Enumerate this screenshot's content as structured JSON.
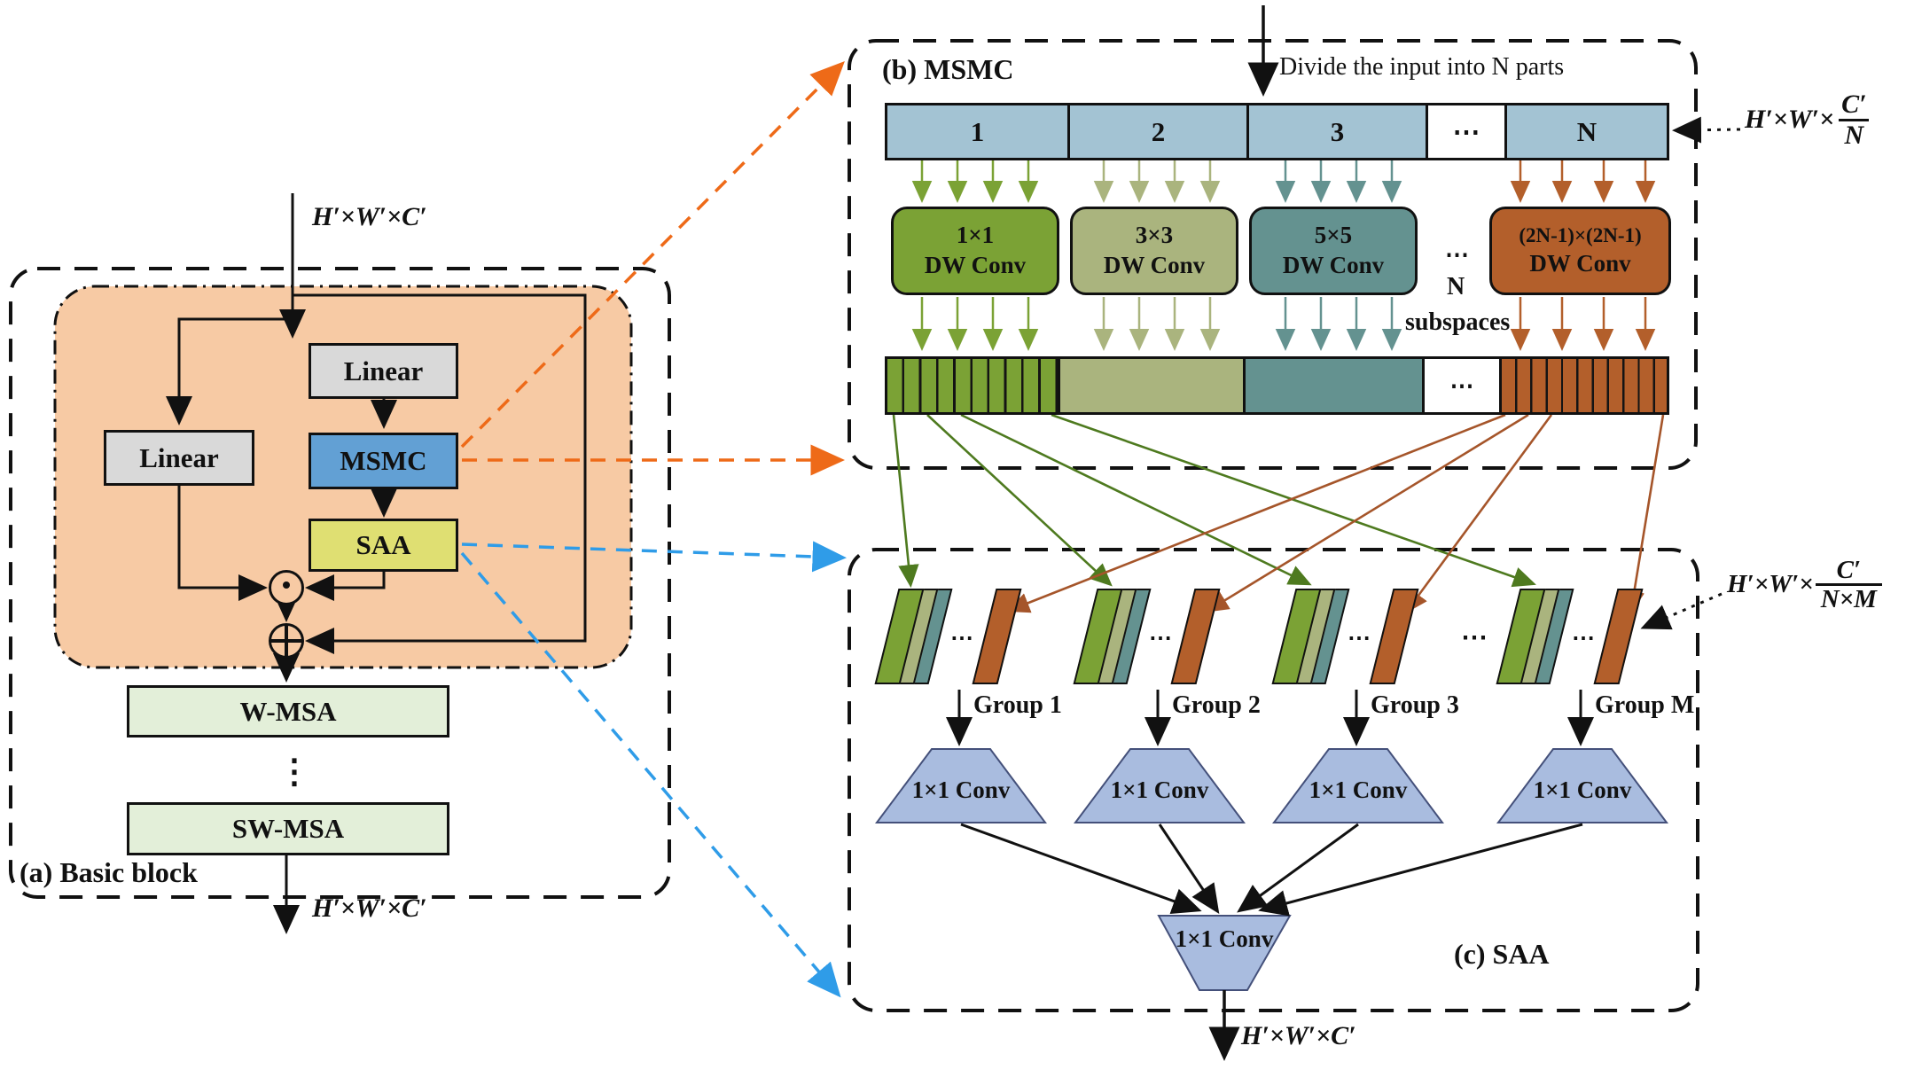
{
  "figure": {
    "panel_a": {
      "title": "(a) Basic block",
      "input_label": "H′×W′×C′",
      "output_label": "H′×W′×C′",
      "linear_left": "Linear",
      "linear_right": "Linear",
      "msmc": "MSMC",
      "saa": "SAA",
      "wmsa": "W-MSA",
      "swmsa": "SW-MSA",
      "vdots": "⋮",
      "multiply_symbol": "·",
      "add_symbol": "+"
    },
    "panel_b": {
      "title": "(b) MSMC",
      "divide_text": "Divide the input into N parts",
      "segments": [
        "1",
        "2",
        "3",
        "⋯",
        "N"
      ],
      "dim_prefix": "H′×W′×",
      "dim_num": "C′",
      "dim_den": "N",
      "conv_1": [
        "1×1",
        "DW Conv"
      ],
      "conv_2": [
        "3×3",
        "DW Conv"
      ],
      "conv_3": [
        "5×5",
        "DW Conv"
      ],
      "conv_n": [
        "(2N-1)×(2N-1)",
        "DW Conv"
      ],
      "subspace_dots": "⋯",
      "subspace_n": "N",
      "subspace_word": "subspaces",
      "stripe_dots": "⋯"
    },
    "panel_c": {
      "title": "(c) SAA",
      "groups": [
        "Group 1",
        "Group 2",
        "Group 3",
        "Group M"
      ],
      "group_inner_dots": "⋯",
      "between_group_dots": "⋯",
      "conv_label": "1×1 Conv",
      "final_conv_label": "1×1 Conv",
      "dim_prefix": "H′×W′×",
      "dim_num": "C′",
      "dim_den": "N×M",
      "output_label": "H′×W′×C′"
    },
    "colors": {
      "orange_block_fill": "#f7caa4",
      "gray_box": "#d9d9d9",
      "msmc_blue": "#62a0d4",
      "saa_yellow": "#dfdf72",
      "msa_green": "#e3efd9",
      "bar_blue": "#a3c3d3",
      "conv_green": "#7ba235",
      "conv_olive": "#aab47e",
      "conv_teal": "#649290",
      "conv_brown": "#b35f2b",
      "fan_green": "#4e7a1f",
      "fan_brown": "#a5552a",
      "trapezoid_fill": "#a9bcdf",
      "orange_arrow": "#ee6a18",
      "blue_arrow": "#2f9ce8"
    }
  }
}
